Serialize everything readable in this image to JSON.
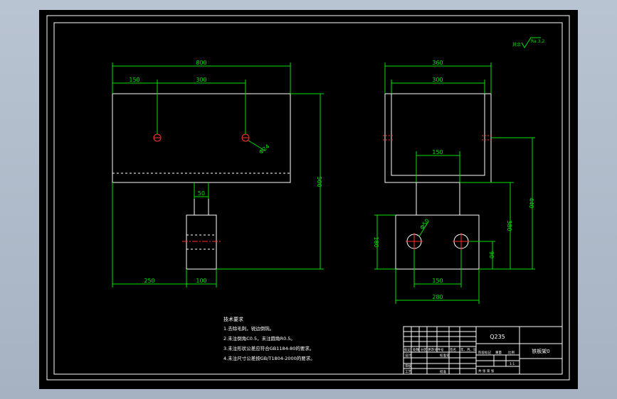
{
  "colors": {
    "background": "#000000",
    "frame": "#ffffff",
    "dimension": "#00e000",
    "hole": "#ff3030",
    "text": "#ffffff"
  },
  "roughness": {
    "label": "Ra 3.2"
  },
  "front_view": {
    "dim_top": "800",
    "dim_left": "150",
    "dim_spacing": "300",
    "dim_hole": "Φ24",
    "dim_stem": "50",
    "dim_height": "500",
    "dim_bottom_left": "250",
    "dim_bottom_block": "100"
  },
  "side_view": {
    "dim_outer": "360",
    "dim_inner": "300",
    "dim_stem": "150",
    "dim_hole": "Φ50",
    "dim_block_height": "180",
    "dim_height_mid": "380",
    "dim_height_total": "440",
    "dim_hole_offset": "90",
    "dim_holes_spacing": "150",
    "dim_block_width": "280"
  },
  "notes": {
    "title": "技术要求",
    "lines": [
      "1.去除毛刺，锐边倒钝。",
      "2.未注倒角C0.5，未注圆角R0.5。",
      "3.未注形状公差应符合GB1184-80的要求。",
      "4.未注尺寸公差按GB/T1804-2000的要求。"
    ]
  },
  "title_block": {
    "material": "Q235",
    "part_name": "铁板架0",
    "scale": "1:1",
    "row_labels": [
      "标记",
      "处数",
      "分区",
      "更改文件号",
      "签名",
      "年、月、日"
    ],
    "designer_label": "设计",
    "standard_label": "标准化",
    "stage_label": "阶段标记",
    "weight_label": "重量",
    "scale_label": "比例",
    "review_label": "审核",
    "process_label": "工艺",
    "approve_label": "批准",
    "sheet_label": "共 张 第 张"
  }
}
